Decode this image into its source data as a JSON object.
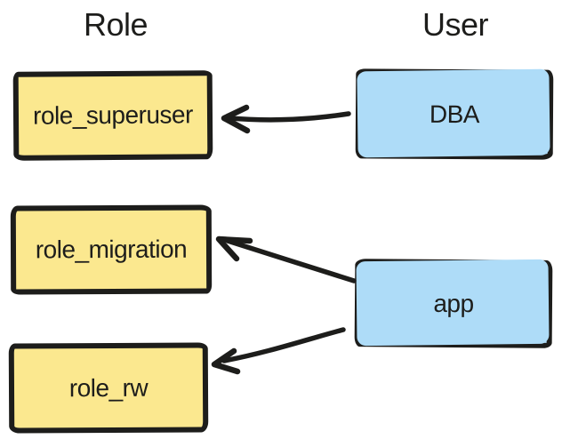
{
  "diagram": {
    "columns": {
      "left": "Role",
      "right": "User"
    },
    "roles": [
      {
        "label": "role_superuser"
      },
      {
        "label": "role_migration"
      },
      {
        "label": "role_rw"
      }
    ],
    "users": [
      {
        "label": "DBA"
      },
      {
        "label": "app"
      }
    ],
    "edges": [
      {
        "from": "DBA",
        "to": "role_superuser"
      },
      {
        "from": "app",
        "to": "role_migration"
      },
      {
        "from": "app",
        "to": "role_rw"
      }
    ]
  },
  "colors": {
    "ink": "#1d1d1b",
    "role-fill": "#fbe88f",
    "user-fill": "#aedcf8",
    "bg": "#ffffff"
  }
}
